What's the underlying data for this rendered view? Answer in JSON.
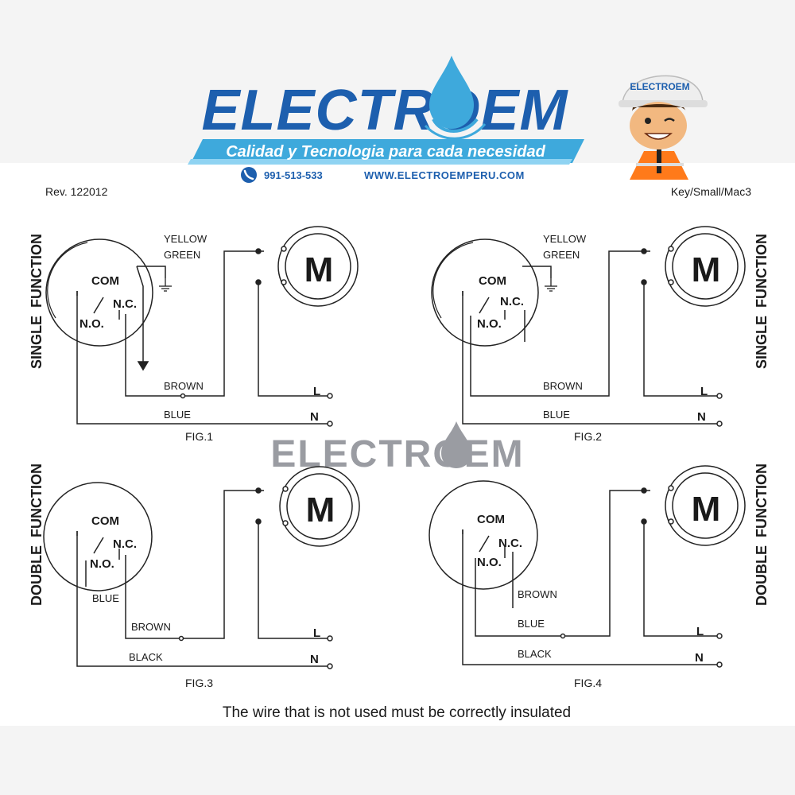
{
  "brand": {
    "logo_text": "ELECTROEM",
    "tagline": "Calidad y Tecnologia para cada necesidad",
    "phone": "991-513-533",
    "website": "WWW.ELECTROEMPERU.COM",
    "mascot_helmet_text": "ELECTROEM",
    "watermark_text": "ELECTROEM",
    "colors": {
      "blue": "#1d5fae",
      "light_blue": "#3ea9dc",
      "banner_light": "#8fd3f2",
      "watermark": "#9a9ca2"
    }
  },
  "header": {
    "revision": "Rev. 122012",
    "model": "Key/Small/Mac3"
  },
  "sections": {
    "single": "SINGLE  FUNCTION",
    "double": "DOUBLE  FUNCTION"
  },
  "labels": {
    "com": "COM",
    "nc": "N.C.",
    "no": "N.O.",
    "motor": "M",
    "line": "L",
    "neutral": "N",
    "yellow": "YELLOW",
    "green": "GREEN",
    "brown": "BROWN",
    "blue": "BLUE",
    "black": "BLACK"
  },
  "figures": {
    "fig1": "FIG.1",
    "fig2": "FIG.2",
    "fig3": "FIG.3",
    "fig4": "FIG.4"
  },
  "footer_note": "The wire that is not used must be correctly insulated"
}
